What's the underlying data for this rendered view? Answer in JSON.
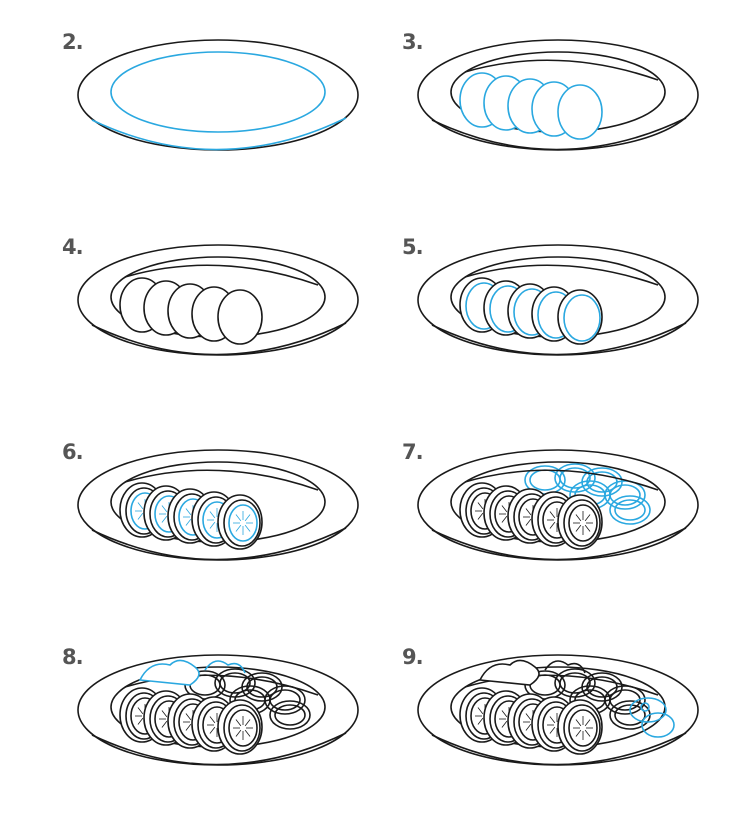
{
  "steps": [
    {
      "label": "2.",
      "stage": 2
    },
    {
      "label": "3.",
      "stage": 3
    },
    {
      "label": "4.",
      "stage": 4
    },
    {
      "label": "5.",
      "stage": 5
    },
    {
      "label": "6.",
      "stage": 6
    },
    {
      "label": "7.",
      "stage": 7
    },
    {
      "label": "8.",
      "stage": 8
    },
    {
      "label": "9.",
      "stage": 9
    }
  ],
  "colors": {
    "ink": "#1a1a1a",
    "guide": "#2aa8e0",
    "label": "#555555"
  }
}
